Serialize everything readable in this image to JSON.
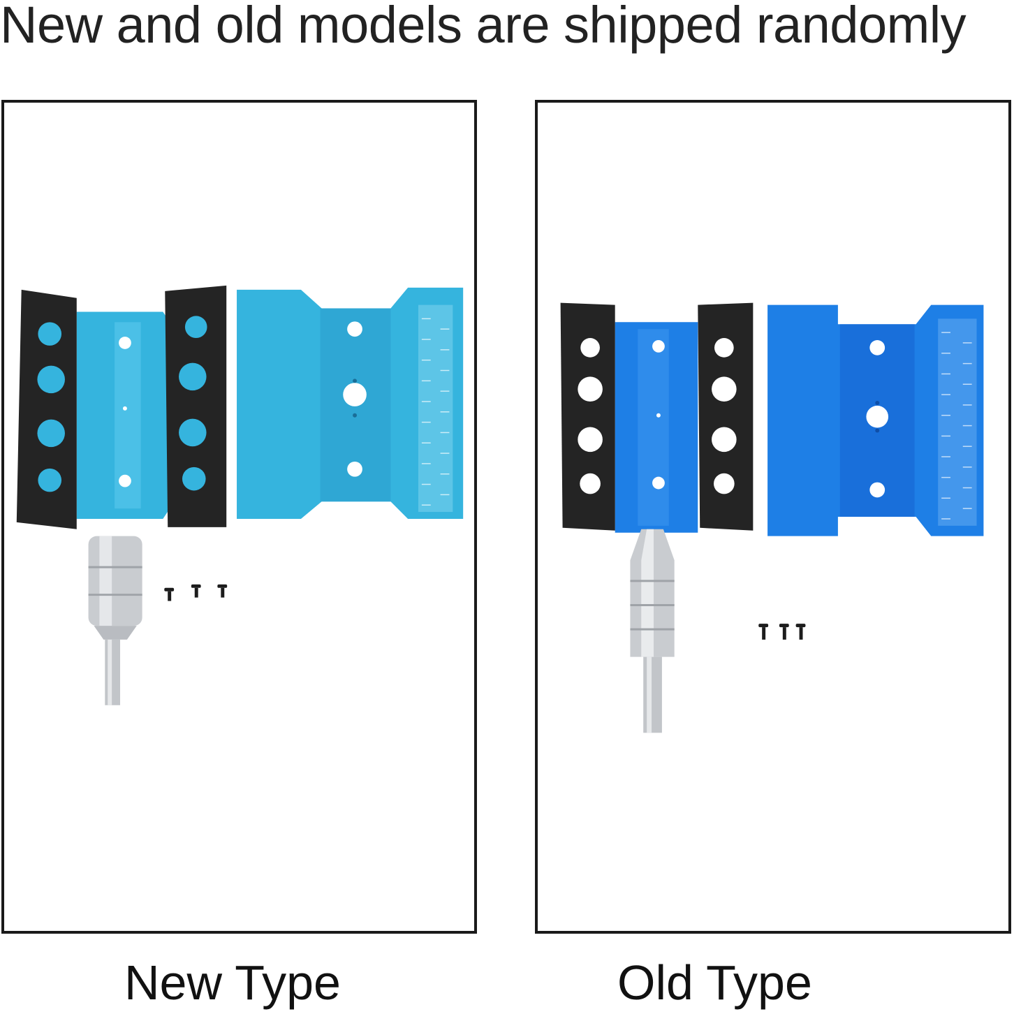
{
  "headline": "New and old models are shipped randomly",
  "panels": [
    {
      "caption": "New Type",
      "bracket_color": "#35b4de",
      "accent_color": "#2a9ccc"
    },
    {
      "caption": "Old Type",
      "bracket_color": "#1e7fe6",
      "accent_color": "#1563cf"
    }
  ],
  "colors": {
    "foam": "#242424",
    "metal": "#c9ccd0",
    "screw": "#1c1c1c"
  },
  "icons": [
    "bracket-plate-icon",
    "foam-pad-icon",
    "ruler-plate-icon",
    "metal-post-icon",
    "screw-icon"
  ]
}
